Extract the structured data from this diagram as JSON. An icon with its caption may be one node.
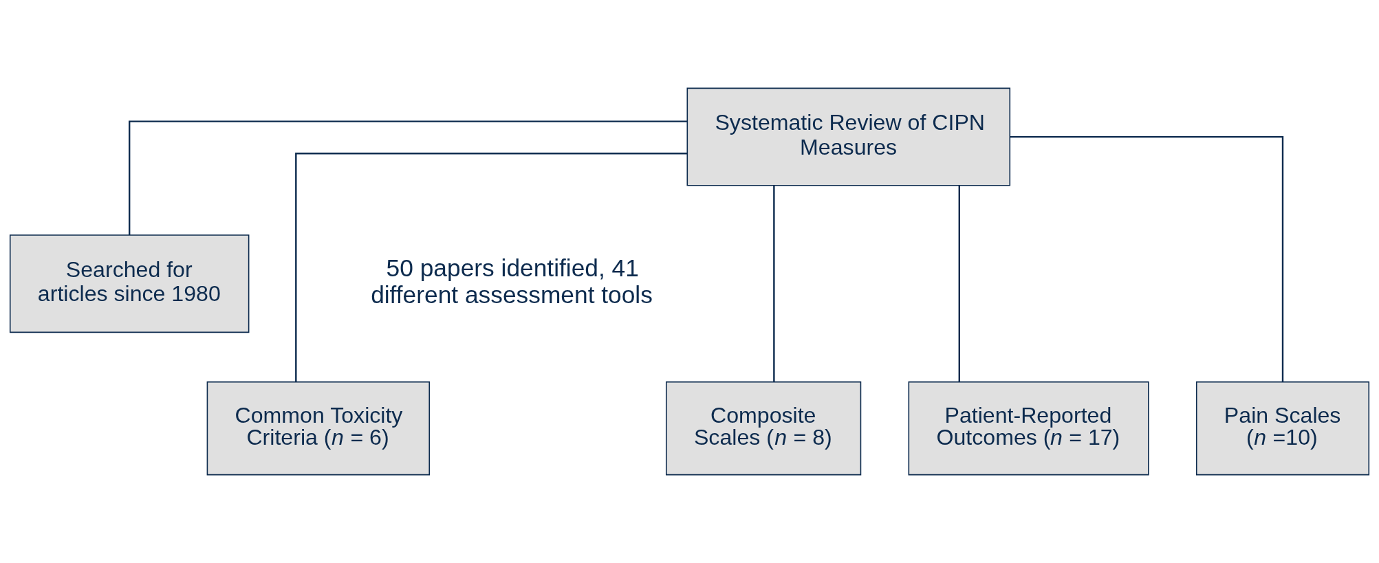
{
  "diagram": {
    "nodes": [
      {
        "text": [
          "Systematic Review of CIPN Measures"
        ]
      },
      {
        "text": [
          "Searched for articles since 1980"
        ]
      },
      {
        "text": [
          "Common Toxicity Criteria (*n* = 6)"
        ]
      },
      {
        "text": [
          "Composite Scales (*n* = 8)"
        ]
      },
      {
        "text": [
          "Patient-Reported Outcomes (*n* = 17)"
        ]
      },
      {
        "text": [
          "Pain Scales (*n* =10)"
        ]
      }
    ],
    "edges": [
      {
        "from": 0,
        "to": 1,
        "arrow": "none"
      },
      {
        "from": 0,
        "to": 2,
        "arrow": "none"
      },
      {
        "from": 0,
        "to": 3,
        "arrow": "none"
      },
      {
        "from": 0,
        "to": 4,
        "arrow": "none"
      },
      {
        "from": 0,
        "to": 5,
        "arrow": "none"
      }
    ],
    "labels": [
      "50 papers identified, 41 different assessment tools"
    ]
  }
}
